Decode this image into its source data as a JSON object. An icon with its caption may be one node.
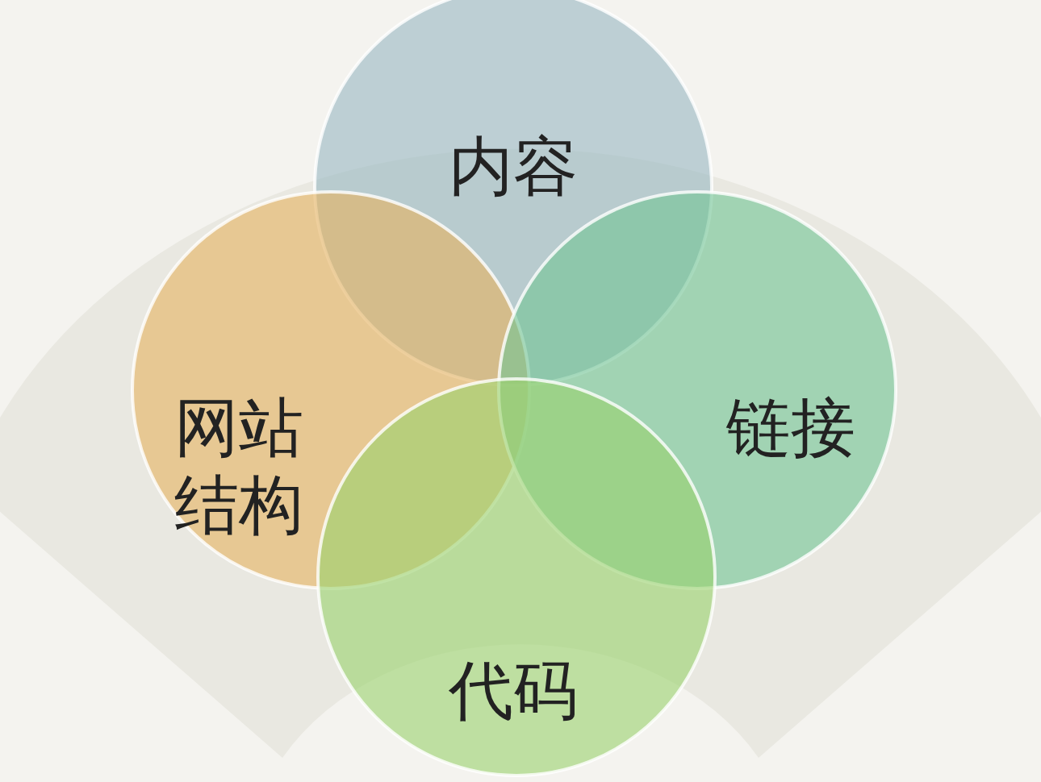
{
  "diagram": {
    "nodes": [
      {
        "text": [
          "内容"
        ]
      },
      {
        "text": [
          "网站结构"
        ]
      },
      {
        "text": [
          "链接"
        ]
      },
      {
        "text": [
          "代码"
        ]
      }
    ],
    "edges": []
  }
}
